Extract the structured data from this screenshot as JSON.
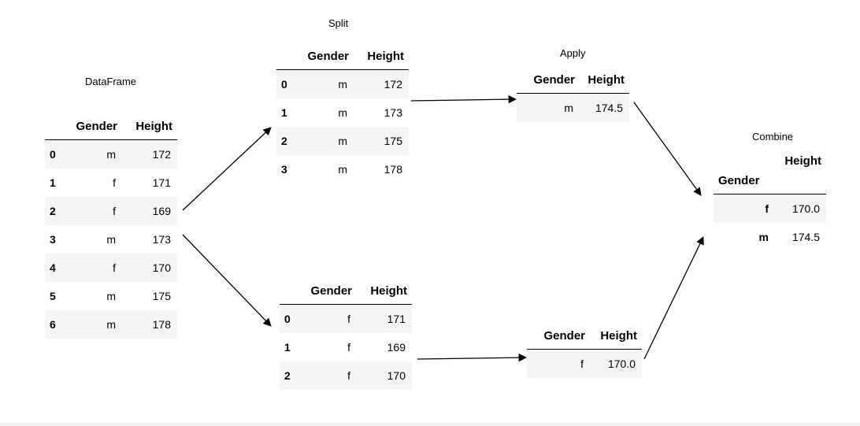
{
  "captions": {
    "dataframe": "DataFrame",
    "split": "Split",
    "apply": "Apply",
    "combine": "Combine"
  },
  "dataframe": {
    "columns": [
      "Gender",
      "Height"
    ],
    "rows": [
      {
        "index": "0",
        "gender": "m",
        "height": "172"
      },
      {
        "index": "1",
        "gender": "f",
        "height": "171"
      },
      {
        "index": "2",
        "gender": "f",
        "height": "169"
      },
      {
        "index": "3",
        "gender": "m",
        "height": "173"
      },
      {
        "index": "4",
        "gender": "f",
        "height": "170"
      },
      {
        "index": "5",
        "gender": "m",
        "height": "175"
      },
      {
        "index": "6",
        "gender": "m",
        "height": "178"
      }
    ]
  },
  "split_m": {
    "columns": [
      "Gender",
      "Height"
    ],
    "rows": [
      {
        "index": "0",
        "gender": "m",
        "height": "172"
      },
      {
        "index": "1",
        "gender": "m",
        "height": "173"
      },
      {
        "index": "2",
        "gender": "m",
        "height": "175"
      },
      {
        "index": "3",
        "gender": "m",
        "height": "178"
      }
    ]
  },
  "split_f": {
    "columns": [
      "Gender",
      "Height"
    ],
    "rows": [
      {
        "index": "0",
        "gender": "f",
        "height": "171"
      },
      {
        "index": "1",
        "gender": "f",
        "height": "169"
      },
      {
        "index": "2",
        "gender": "f",
        "height": "170"
      }
    ]
  },
  "apply_m": {
    "columns": [
      "Gender",
      "Height"
    ],
    "row": {
      "gender": "m",
      "height": "174.5"
    }
  },
  "apply_f": {
    "columns": [
      "Gender",
      "Height"
    ],
    "row": {
      "gender": "f",
      "height": "170.0"
    }
  },
  "combine": {
    "column": "Height",
    "index_name": "Gender",
    "rows": [
      {
        "index": "f",
        "height": "170.0"
      },
      {
        "index": "m",
        "height": "174.5"
      }
    ]
  }
}
